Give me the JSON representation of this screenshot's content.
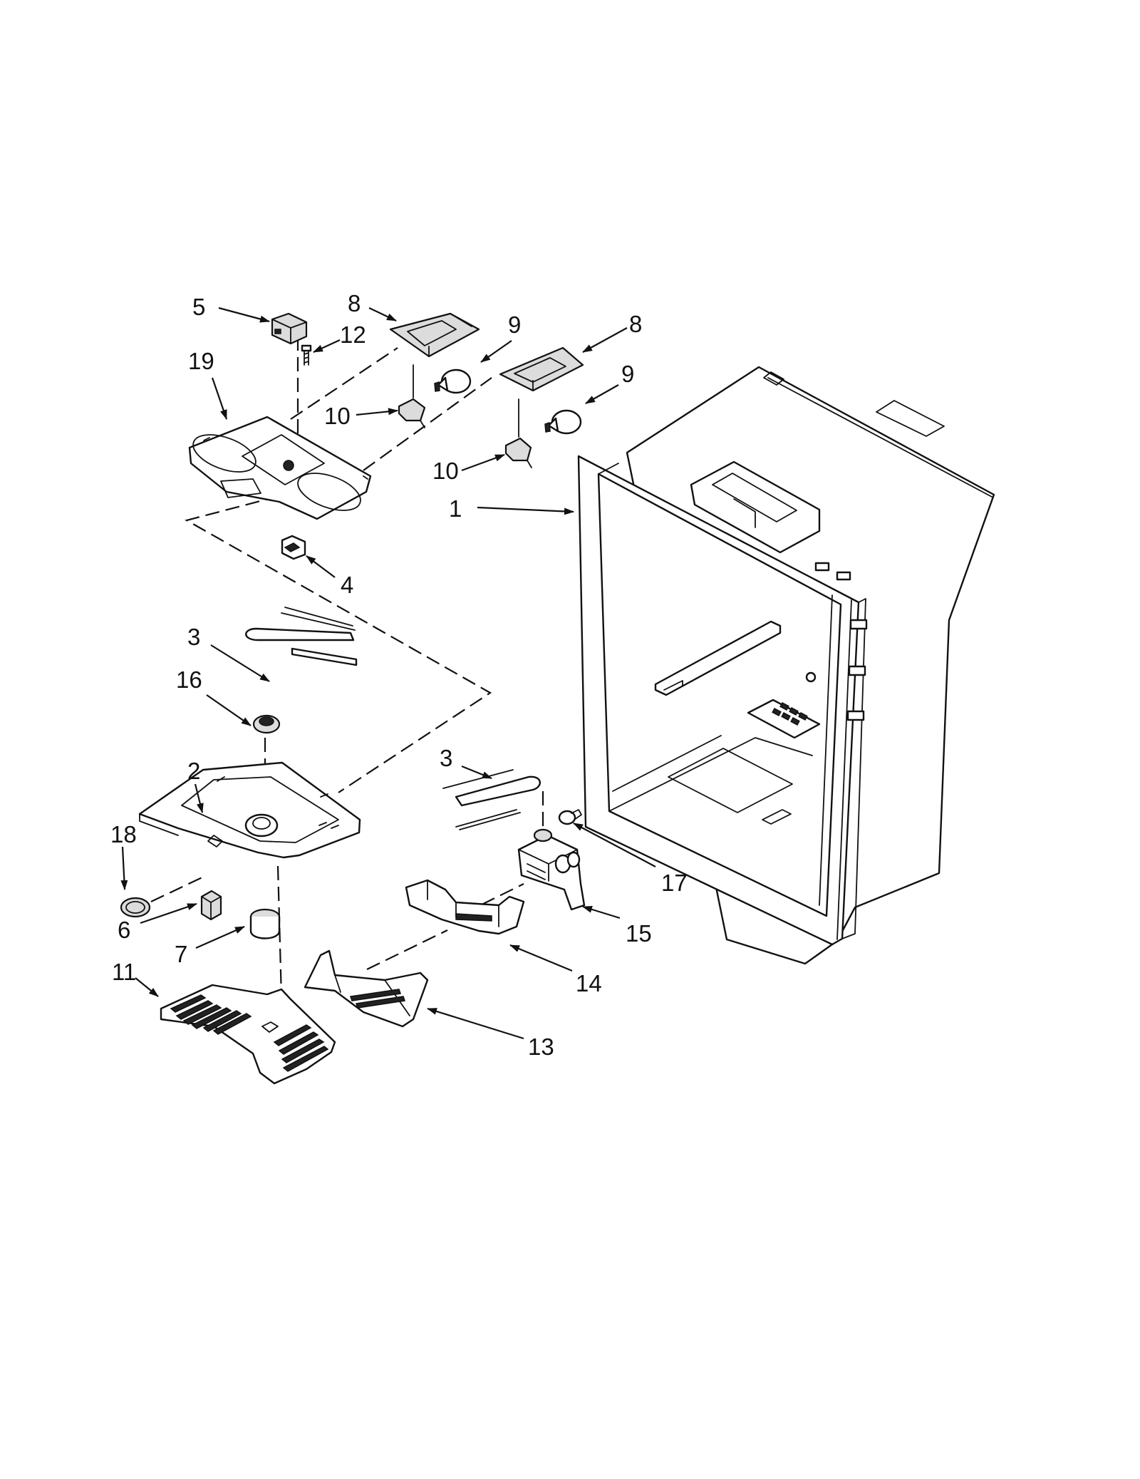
{
  "callouts": [
    {
      "id": "c5",
      "text": "5"
    },
    {
      "id": "c8a",
      "text": "8"
    },
    {
      "id": "c12",
      "text": "12"
    },
    {
      "id": "c9a",
      "text": "9"
    },
    {
      "id": "c8b",
      "text": "8"
    },
    {
      "id": "c19",
      "text": "19"
    },
    {
      "id": "c9b",
      "text": "9"
    },
    {
      "id": "c10a",
      "text": "10"
    },
    {
      "id": "c10b",
      "text": "10"
    },
    {
      "id": "c1",
      "text": "1"
    },
    {
      "id": "c4",
      "text": "4"
    },
    {
      "id": "c3a",
      "text": "3"
    },
    {
      "id": "c16",
      "text": "16"
    },
    {
      "id": "c2",
      "text": "2"
    },
    {
      "id": "c3b",
      "text": "3"
    },
    {
      "id": "c18",
      "text": "18"
    },
    {
      "id": "c17",
      "text": "17"
    },
    {
      "id": "c6",
      "text": "6"
    },
    {
      "id": "c15",
      "text": "15"
    },
    {
      "id": "c7",
      "text": "7"
    },
    {
      "id": "c11",
      "text": "11"
    },
    {
      "id": "c14",
      "text": "14"
    },
    {
      "id": "c13",
      "text": "13"
    }
  ]
}
